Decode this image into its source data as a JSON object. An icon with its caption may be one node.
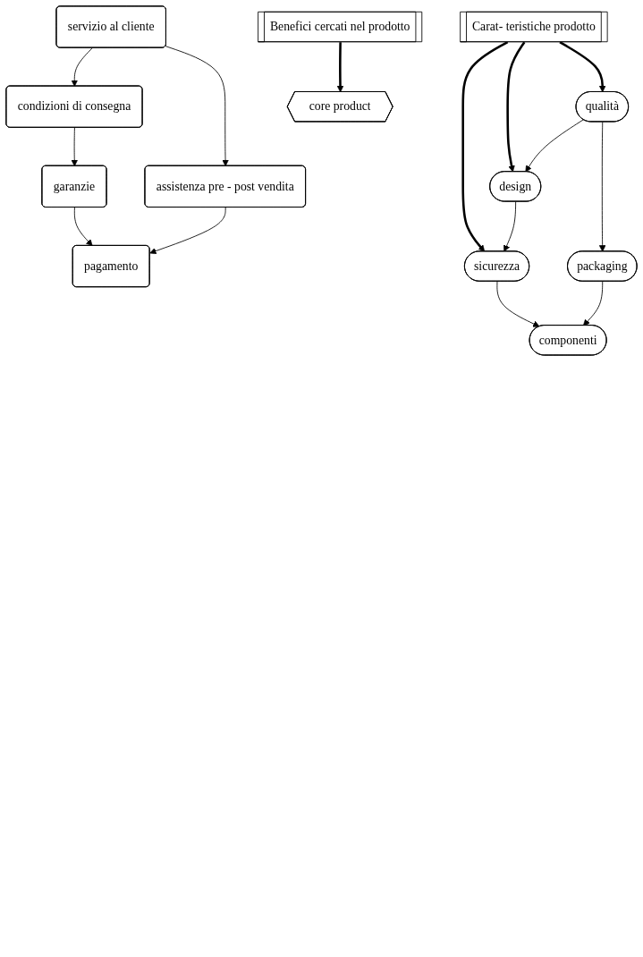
{
  "diagram": {
    "nodes": [
      {
        "text": [
          "Carat- teristiche prodotto"
        ]
      },
      {
        "text": [
          "garanzie"
        ]
      },
      {
        "text": [
          "condizioni di consegna"
        ]
      },
      {
        "text": [
          "design"
        ]
      },
      {
        "text": [
          "pagamento"
        ]
      },
      {
        "text": [
          "qualità"
        ]
      },
      {
        "text": [
          "sicurezza"
        ]
      },
      {
        "text": [
          "core product"
        ]
      },
      {
        "text": [
          "packaging"
        ]
      },
      {
        "text": [
          "componenti"
        ]
      },
      {
        "text": [
          "servizio al cliente"
        ]
      },
      {
        "text": [
          "assistenza pre - post vendita"
        ]
      },
      {
        "text": [
          "Benefici cercati nel prodotto"
        ]
      }
    ],
    "edges": [
      {
        "from": 0,
        "to": 3,
        "arrow": "to",
        "style": "thick"
      },
      {
        "from": 0,
        "to": 5,
        "arrow": "to",
        "style": "thick"
      },
      {
        "from": 0,
        "to": 6,
        "arrow": "to",
        "style": "thick"
      },
      {
        "from": 2,
        "to": 1,
        "arrow": "to"
      },
      {
        "from": 1,
        "to": 4,
        "arrow": "to"
      },
      {
        "from": 5,
        "to": 3,
        "arrow": "to"
      },
      {
        "from": 3,
        "to": 6,
        "arrow": "to"
      },
      {
        "from": 5,
        "to": 8,
        "arrow": "to"
      },
      {
        "from": 6,
        "to": 9,
        "arrow": "to"
      },
      {
        "from": 8,
        "to": 9,
        "arrow": "to"
      },
      {
        "from": 10,
        "to": 2,
        "arrow": "to"
      },
      {
        "from": 10,
        "to": 11,
        "arrow": "to"
      },
      {
        "from": 11,
        "to": 4,
        "arrow": "to"
      },
      {
        "from": 12,
        "to": 7,
        "arrow": "to",
        "style": "thick"
      }
    ]
  }
}
